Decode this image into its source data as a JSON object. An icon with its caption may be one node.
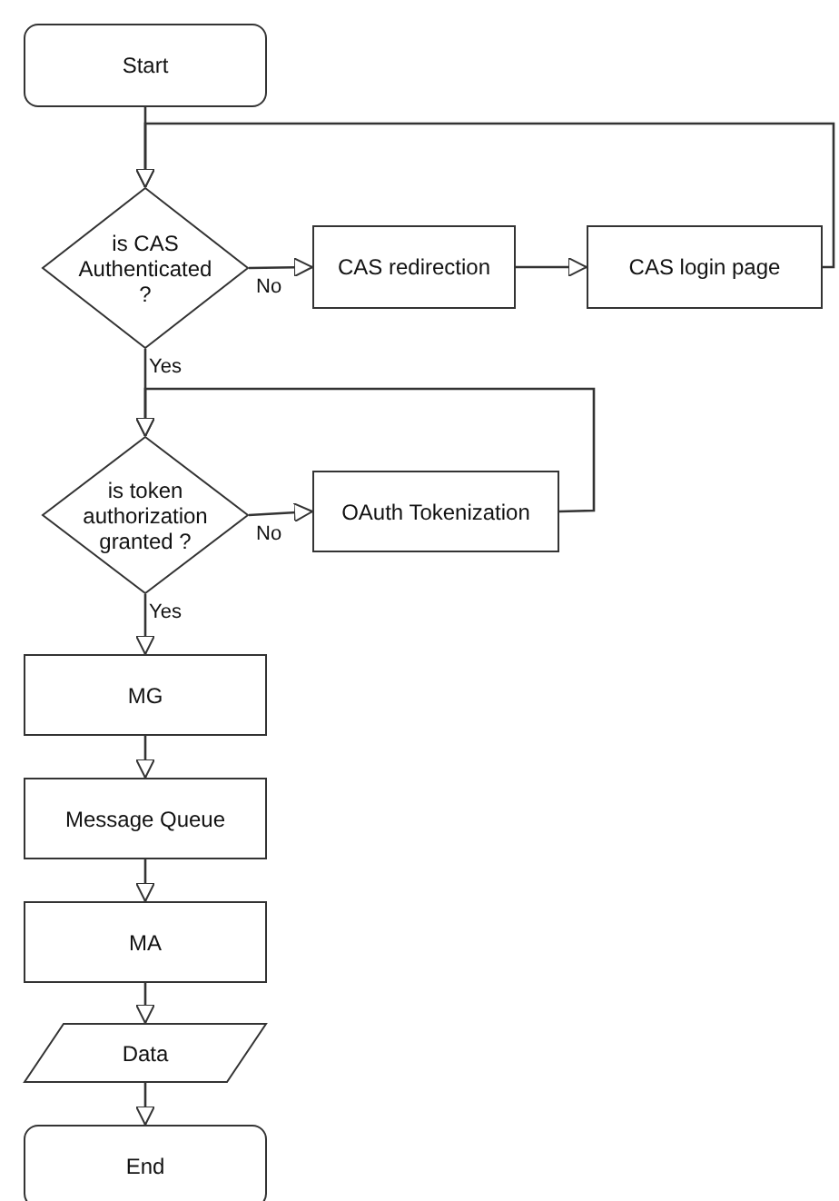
{
  "diagram": {
    "nodes": [
      {
        "text": [
          "Start"
        ]
      },
      {
        "text": [
          "is CAS Authenticated ?"
        ]
      },
      {
        "text": [
          "CAS redirection"
        ]
      },
      {
        "text": [
          "CAS login page"
        ]
      },
      {
        "text": [
          "is token authorization granted ?"
        ]
      },
      {
        "text": [
          "OAuth Tokenization"
        ]
      },
      {
        "text": [
          "MG"
        ]
      },
      {
        "text": [
          "Message Queue"
        ]
      },
      {
        "text": [
          "MA"
        ]
      },
      {
        "text": [
          "Data"
        ]
      },
      {
        "text": [
          "End"
        ]
      }
    ],
    "edges": [
      {
        "from": 0,
        "to": 1,
        "arrow": "to"
      },
      {
        "from": 1,
        "to": 2,
        "arrow": "to",
        "label": "No"
      },
      {
        "from": 2,
        "to": 3,
        "arrow": "to"
      },
      {
        "from": 3,
        "to": 1,
        "arrow": "to"
      },
      {
        "from": 1,
        "to": 4,
        "arrow": "to",
        "label": "Yes"
      },
      {
        "from": 5,
        "to": 4,
        "arrow": "to"
      },
      {
        "from": 4,
        "to": 5,
        "arrow": "to",
        "label": "No"
      },
      {
        "from": 4,
        "to": 6,
        "arrow": "to",
        "label": "Yes"
      },
      {
        "from": 6,
        "to": 7,
        "arrow": "to"
      },
      {
        "from": 7,
        "to": 8,
        "arrow": "to"
      },
      {
        "from": 8,
        "to": 9,
        "arrow": "to"
      },
      {
        "from": 9,
        "to": 10,
        "arrow": "to"
      }
    ]
  }
}
